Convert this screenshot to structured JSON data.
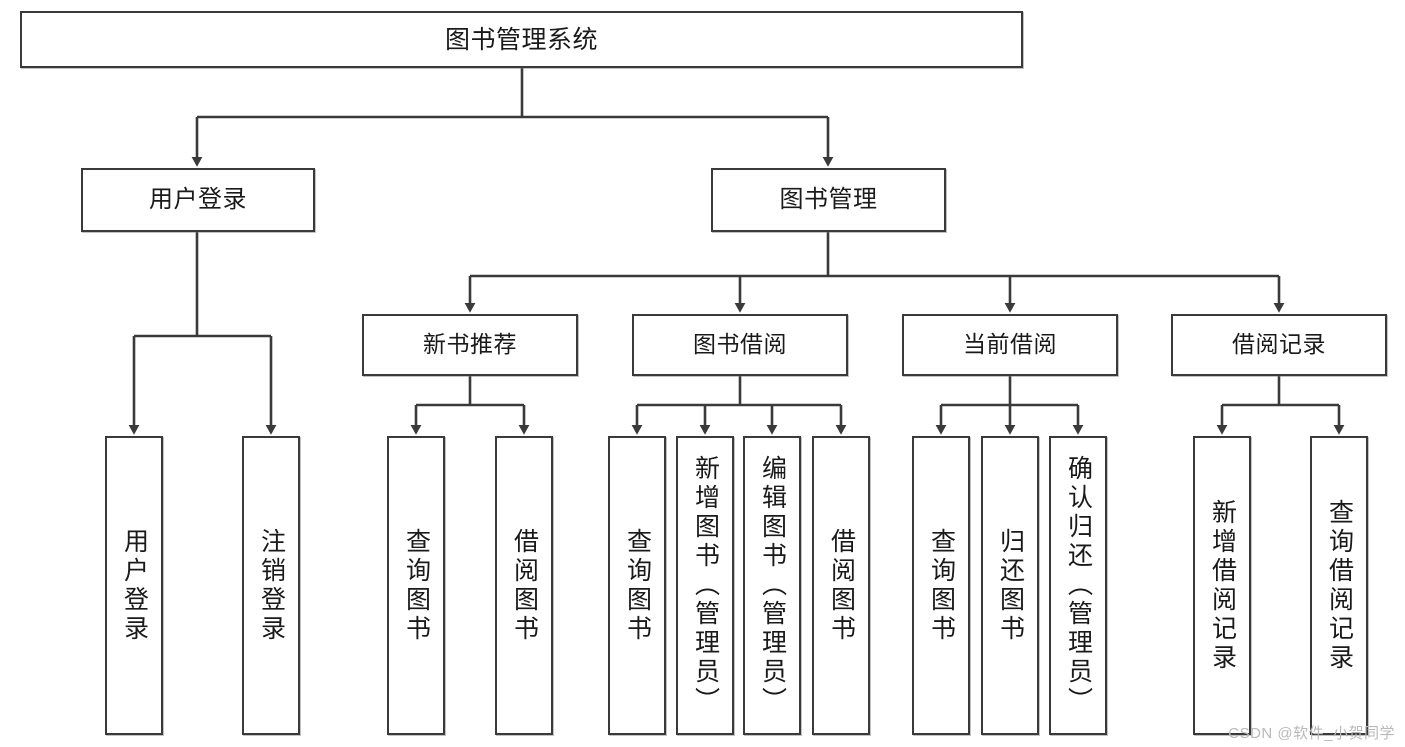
{
  "diagram": {
    "title": "图书管理系统",
    "type": "功能结构图",
    "colors": {
      "border": "#3a3a3a",
      "background": "#ffffff",
      "text": "#1a1a1a",
      "edge": "#3a3a3a",
      "watermark": "#b9b9b9"
    },
    "root": {
      "label": "图书管理系统"
    },
    "level2": [
      {
        "label": "用户登录"
      },
      {
        "label": "图书管理"
      }
    ],
    "level3": [
      {
        "label": "新书推荐"
      },
      {
        "label": "图书借阅"
      },
      {
        "label": "当前借阅"
      },
      {
        "label": "借阅记录"
      }
    ],
    "leaves": {
      "user_login": [
        {
          "label": "用户登录"
        },
        {
          "label": "注销登录"
        }
      ],
      "new_book_recommend": [
        {
          "label": "查询图书"
        },
        {
          "label": "借阅图书"
        }
      ],
      "book_borrow": [
        {
          "label": "查询图书"
        },
        {
          "label": "新增图书（管理员）"
        },
        {
          "label": "编辑图书（管理员）"
        },
        {
          "label": "借阅图书"
        }
      ],
      "current_borrow": [
        {
          "label": "查询图书"
        },
        {
          "label": "归还图书"
        },
        {
          "label": "确认归还（管理员）"
        }
      ],
      "borrow_record": [
        {
          "label": "新增借阅记录"
        },
        {
          "label": "查询借阅记录"
        }
      ]
    }
  },
  "watermark": {
    "text": "CSDN @软件_小贺同学"
  }
}
